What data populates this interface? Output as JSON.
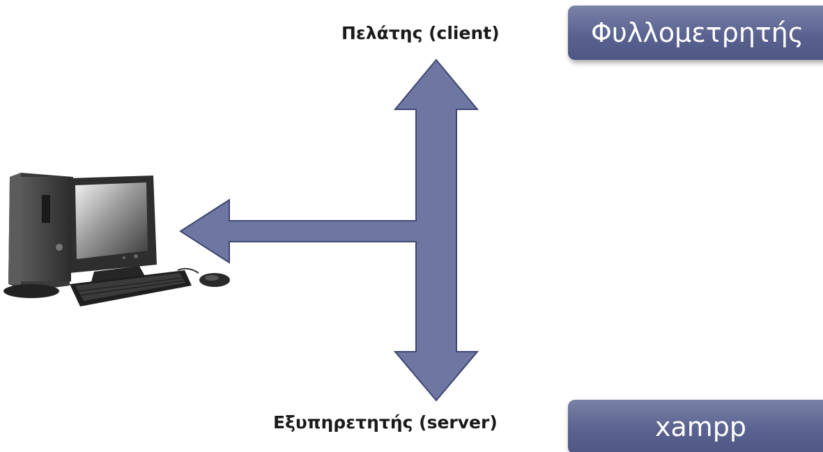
{
  "labels": {
    "client": "Πελάτης (client)",
    "server": "Εξυπηρετητής (server)"
  },
  "tags": {
    "top": "Φυλλομετρητής",
    "bottom": "xampp"
  },
  "colors": {
    "arrow_fill": "#6e76a2",
    "arrow_stroke": "#3f4770",
    "tag_fill": "#5f6793"
  },
  "icons": {
    "computer": "desktop-computer-icon"
  }
}
